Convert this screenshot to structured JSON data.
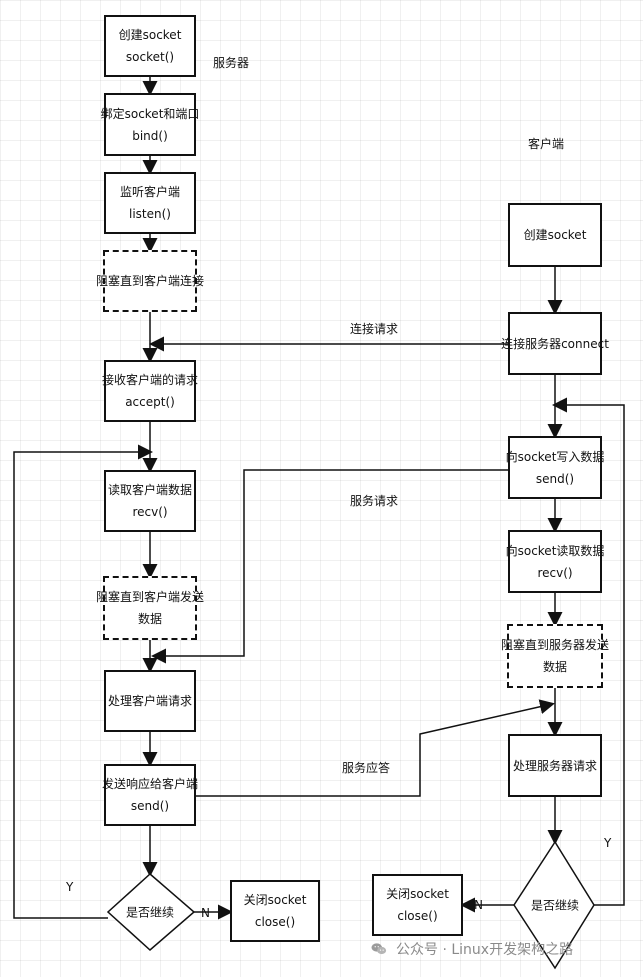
{
  "labels": {
    "server": "服务器",
    "client": "客户端",
    "connect_request": "连接请求",
    "service_request": "服务请求",
    "service_response": "服务应答",
    "yes_left": "Y",
    "no_left": "N",
    "yes_right": "Y",
    "no_right": "N"
  },
  "server": {
    "create_socket": {
      "line1": "创建socket",
      "line2": "socket()"
    },
    "bind": {
      "line1": "绑定socket和端口",
      "line2": "bind()"
    },
    "listen": {
      "line1": "监听客户端",
      "line2": "listen()"
    },
    "block_connect": {
      "line1": "阻塞直到客户端连接"
    },
    "accept": {
      "line1": "接收客户端的请求",
      "line2": "accept()"
    },
    "recv": {
      "line1": "读取客户端数据",
      "line2": "recv()"
    },
    "block_send": {
      "line1": "阻塞直到客户端发送",
      "line2": "数据"
    },
    "process": {
      "line1": "处理客户端请求"
    },
    "send": {
      "line1": "发送响应给客户端",
      "line2": "send()"
    },
    "continue": "是否继续",
    "close": {
      "line1": "关闭socket",
      "line2": "close()"
    }
  },
  "client": {
    "create_socket": {
      "line1": "创建socket"
    },
    "connect": {
      "line1": "连接服务器connect"
    },
    "send": {
      "line1": "向socket写入数据",
      "line2": "send()"
    },
    "recv": {
      "line1": "向socket读取数据",
      "line2": "recv()"
    },
    "block_send": {
      "line1": "阻塞直到服务器发送",
      "line2": "数据"
    },
    "process": {
      "line1": "处理服务器请求"
    },
    "continue": "是否继续",
    "close": {
      "line1": "关闭socket",
      "line2": "close()"
    }
  },
  "watermark": {
    "text": "公众号 · Linux开发架构之路",
    "icon": "wechat-icon"
  },
  "colors": {
    "stroke": "#111111",
    "grid": "#e8e8e8",
    "watermark": "#8a8a8a"
  }
}
